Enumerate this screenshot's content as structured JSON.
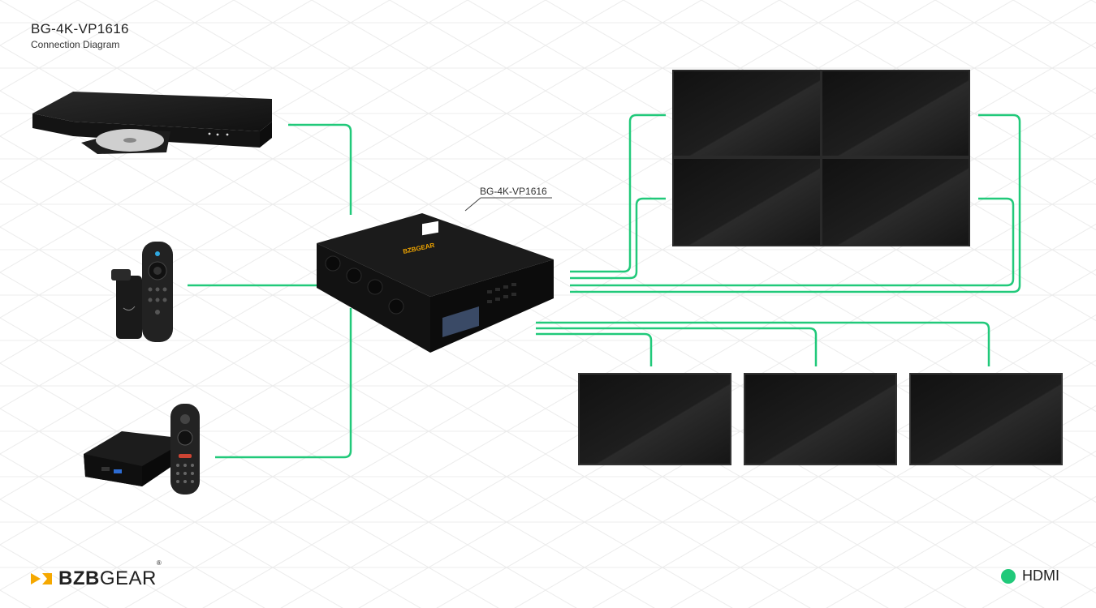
{
  "header": {
    "title": "BG-4K-VP1616",
    "subtitle": "Connection Diagram"
  },
  "device": {
    "callout_label": "BG-4K-VP1616",
    "brand": "BZBGEAR"
  },
  "sources": [
    {
      "name": "blu-ray-player"
    },
    {
      "name": "streaming-stick-with-remote"
    },
    {
      "name": "media-box-with-remote"
    }
  ],
  "displays": {
    "video_wall": [
      "display-1",
      "display-2",
      "display-3",
      "display-4"
    ],
    "row": [
      "display-5",
      "display-6",
      "display-7"
    ]
  },
  "legend": {
    "hdmi_label": "HDMI",
    "hdmi_color": "#21c97a"
  },
  "footer": {
    "brand_bold": "BZB",
    "brand_light": "GEAR",
    "registered": "®"
  }
}
